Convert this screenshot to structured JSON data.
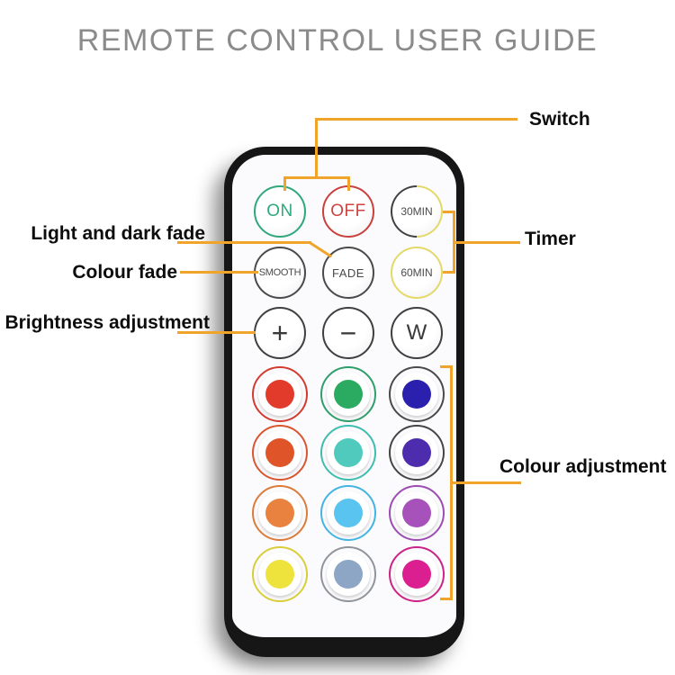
{
  "title": "REMOTE CONTROL USER GUIDE",
  "colors": {
    "accent": "#F0A42B",
    "title_text": "#8B8B8B",
    "label_text": "#0D0D0D",
    "remote_border": "#161616",
    "remote_face": "#FBFBFD"
  },
  "annotations": {
    "switch": "Switch",
    "timer": "Timer",
    "light_and_dark_fade": "Light and dark fade",
    "colour_fade": "Colour fade",
    "brightness_adjustment": "Brightness adjustment",
    "colour_adjustment": "Colour adjustment"
  },
  "remote": {
    "function_buttons": [
      {
        "id": "on",
        "label": "ON",
        "text_color": "#2FA87C",
        "ring": "#2FA87C"
      },
      {
        "id": "off",
        "label": "OFF",
        "text_color": "#CE4341",
        "ring": "#C9403E"
      },
      {
        "id": "timer-30min",
        "label": "30MIN",
        "text_color": "#4A4A4A",
        "ring_split": "conic-gradient(#E3D968 0 50%, #414141 50% 100%)"
      },
      {
        "id": "smooth",
        "label": "SMOOTH",
        "text_color": "#4A4A4A",
        "ring": "#4A4A4A"
      },
      {
        "id": "fade",
        "label": "FADE",
        "text_color": "#4A4A4A",
        "ring": "#4A4A4A"
      },
      {
        "id": "timer-60min",
        "label": "60MIN",
        "text_color": "#4A4A4A",
        "ring": "#E3D968"
      },
      {
        "id": "brightness-up",
        "label": "+",
        "text_color": "#3A3A3A",
        "ring": "#3F3F3F"
      },
      {
        "id": "brightness-down",
        "label": "−",
        "text_color": "#3A3A3A",
        "ring": "#3F3F3F"
      },
      {
        "id": "white",
        "label": "W",
        "text_color": "#3A3A3A",
        "ring": "#3F3F3F"
      }
    ],
    "color_buttons": [
      {
        "name": "red",
        "dot": "#E23A2B",
        "ring": "#D23C30"
      },
      {
        "name": "green",
        "dot": "#2BAB62",
        "ring": "#2F9E6A"
      },
      {
        "name": "dark-blue",
        "dot": "#2A20AD",
        "ring": "#4A4A4A"
      },
      {
        "name": "orange-red",
        "dot": "#E0542A",
        "ring": "#D85630"
      },
      {
        "name": "teal",
        "dot": "#4FCABD",
        "ring": "#3FBCAE"
      },
      {
        "name": "violet-blue",
        "dot": "#4D2CAE",
        "ring": "#454545"
      },
      {
        "name": "orange",
        "dot": "#E8823E",
        "ring": "#DD7B3A"
      },
      {
        "name": "sky-blue",
        "dot": "#58C4EF",
        "ring": "#45B4E2"
      },
      {
        "name": "purple",
        "dot": "#A751BA",
        "ring": "#9C4CB2"
      },
      {
        "name": "yellow",
        "dot": "#EEE23D",
        "ring": "#D9CD3A"
      },
      {
        "name": "steel-blue",
        "dot": "#8EA6C6",
        "ring": "#90959B"
      },
      {
        "name": "magenta",
        "dot": "#DC1F90",
        "ring": "#CB2387"
      }
    ]
  }
}
